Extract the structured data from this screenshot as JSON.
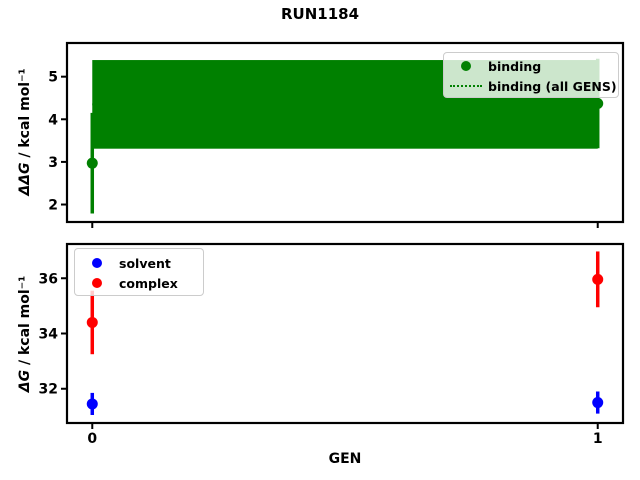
{
  "figure": {
    "title": "RUN1184",
    "background_color": "#ffffff",
    "axis_color": "#000000"
  },
  "top_plot": {
    "ylabel_math": "ΔΔG",
    "ylabel_rest": " / kcal mol⁻¹",
    "legend": [
      {
        "label": "binding",
        "marker": "dot",
        "color": "#008000"
      },
      {
        "label": "binding (all GENS)",
        "marker": "dotted-line",
        "color": "#008000"
      }
    ]
  },
  "bottom_plot": {
    "ylabel_math": "ΔG",
    "ylabel_rest": " / kcal mol⁻¹",
    "xlabel": "GEN",
    "legend": [
      {
        "label": "solvent",
        "marker": "dot",
        "color": "#0000ff"
      },
      {
        "label": "complex",
        "marker": "dot",
        "color": "#ff0000"
      }
    ]
  },
  "chart_data": [
    {
      "type": "scatter",
      "subplot": "top",
      "title": "RUN1184",
      "ylabel": "ΔΔG / kcal mol⁻¹",
      "x": [
        0,
        1
      ],
      "series": [
        {
          "name": "binding",
          "color": "#008000",
          "marker": "circle",
          "values": [
            2.97,
            4.37
          ],
          "yerr": [
            1.18,
            1.05
          ]
        }
      ],
      "band": {
        "label": "binding (all GENS)",
        "color": "#008000",
        "center": 4.35,
        "low": 3.31,
        "high": 5.39,
        "line_style": "dotted",
        "x_range": [
          0,
          1
        ]
      },
      "yticks": [
        2,
        3,
        4,
        5
      ],
      "xticks": [
        0,
        1
      ],
      "xticklabels": [
        "",
        ""
      ],
      "ylim": [
        1.59,
        5.79
      ],
      "xlim": [
        -0.05,
        1.05
      ],
      "grid": false,
      "legend_location": "upper right"
    },
    {
      "type": "scatter",
      "subplot": "bottom",
      "xlabel": "GEN",
      "ylabel": "ΔG / kcal mol⁻¹",
      "x": [
        0,
        1
      ],
      "series": [
        {
          "name": "solvent",
          "color": "#0000ff",
          "marker": "circle",
          "values": [
            31.45,
            31.5
          ],
          "yerr": [
            0.4,
            0.4
          ]
        },
        {
          "name": "complex",
          "color": "#ff0000",
          "marker": "circle",
          "values": [
            34.4,
            35.96
          ],
          "yerr": [
            1.15,
            1.01
          ]
        }
      ],
      "yticks": [
        32,
        34,
        36
      ],
      "xticks": [
        0,
        1
      ],
      "xticklabels": [
        "0",
        "1"
      ],
      "ylim": [
        30.76,
        37.24
      ],
      "xlim": [
        -0.05,
        1.05
      ],
      "grid": false,
      "legend_location": "upper left"
    }
  ]
}
